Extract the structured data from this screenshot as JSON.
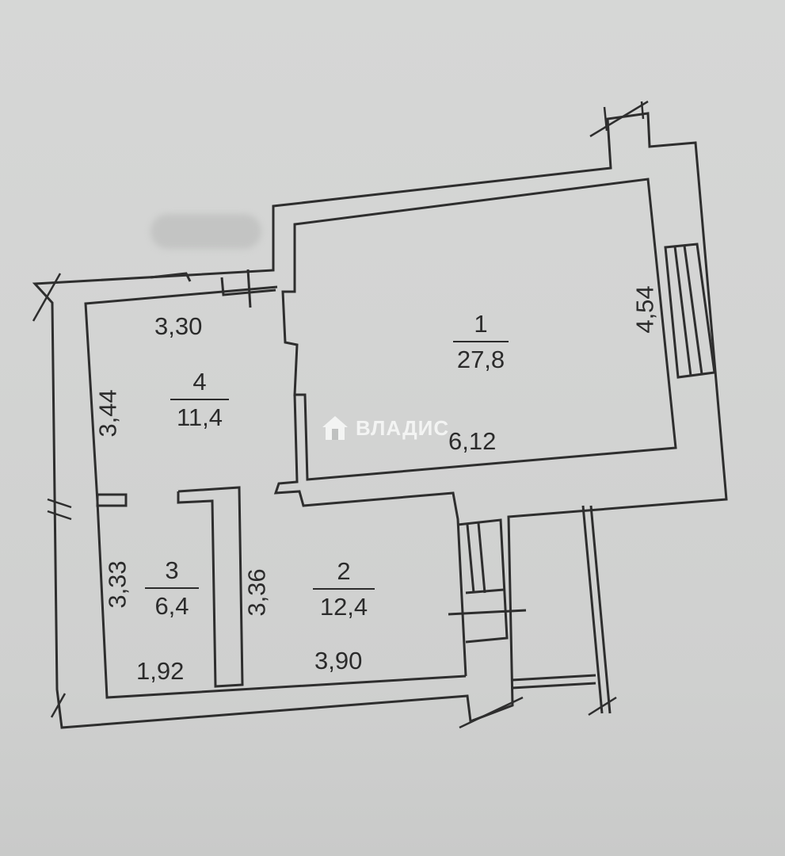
{
  "rooms": [
    {
      "id": "1",
      "area": "27,8"
    },
    {
      "id": "2",
      "area": "12,4"
    },
    {
      "id": "3",
      "area": "6,4"
    },
    {
      "id": "4",
      "area": "11,4"
    }
  ],
  "dimensions": {
    "room1_width": "6,12",
    "room1_height": "4,54",
    "room4_width": "3,30",
    "room4_height": "3,44",
    "room3_width": "1,92",
    "room3_height": "3,33",
    "room2_width": "3,90",
    "room2_height": "3,36"
  },
  "watermark": {
    "text": "ВЛАДИС",
    "icon": "house-logo-icon"
  }
}
